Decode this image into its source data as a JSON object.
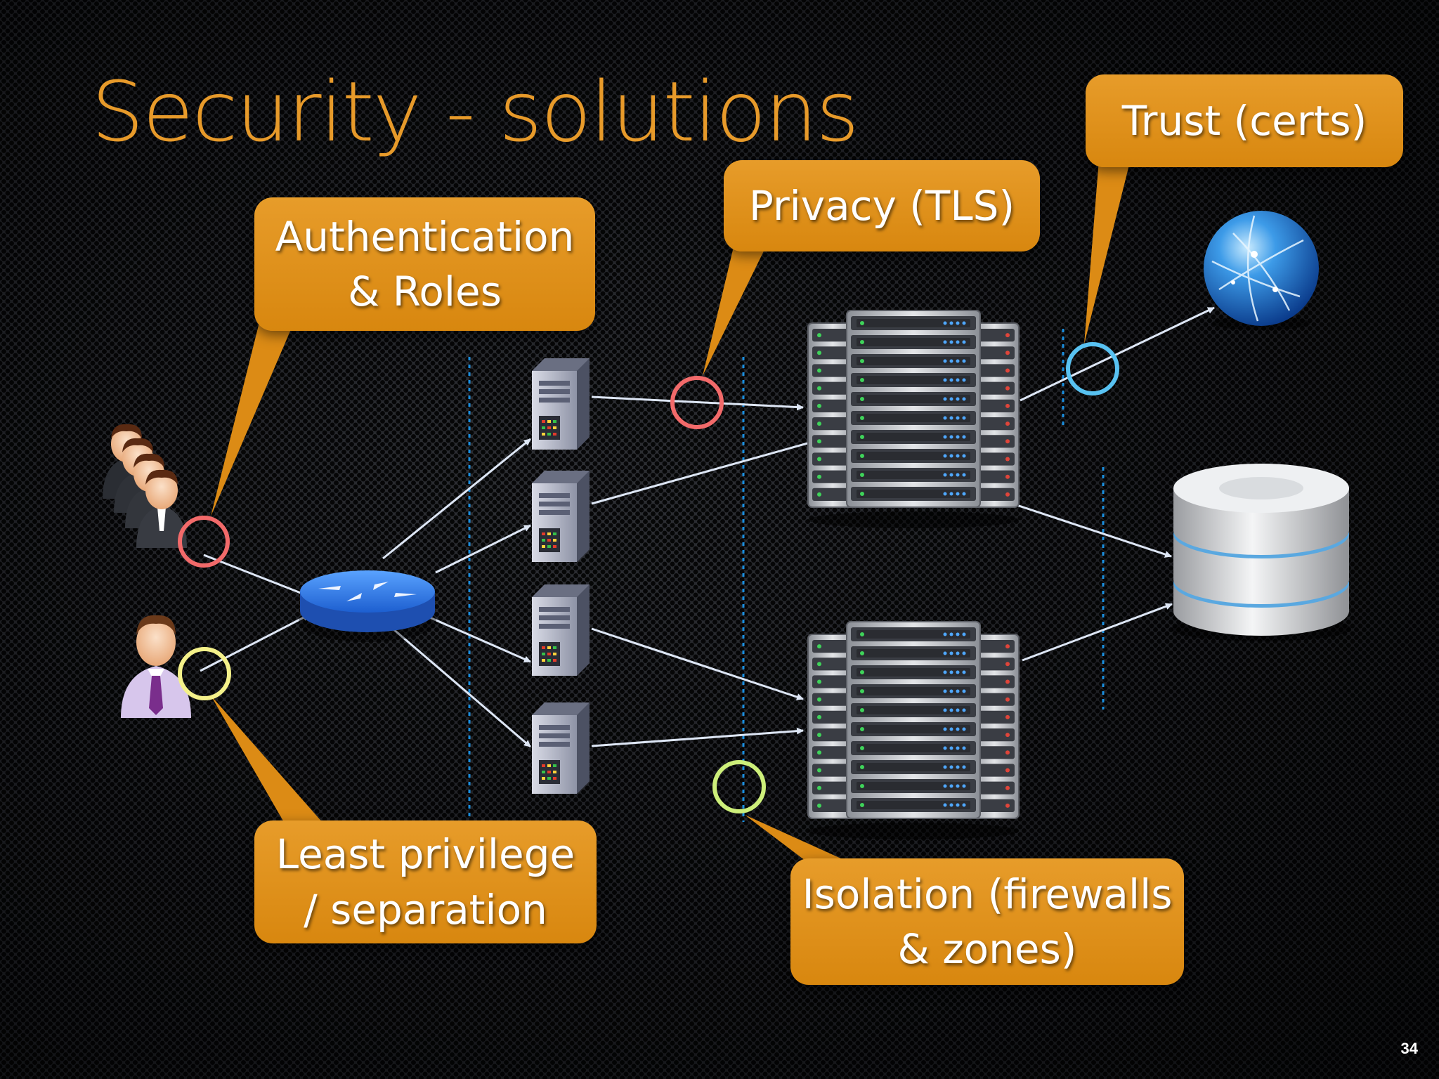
{
  "slide": {
    "title": "Security - solutions",
    "page_number": "34"
  },
  "callouts": {
    "authentication": {
      "line1": "Authentication",
      "line2": "& Roles"
    },
    "privacy": {
      "line1": "Privacy (TLS)"
    },
    "trust": {
      "line1": "Trust (certs)"
    },
    "least_privilege": {
      "line1": "Least privilege",
      "line2": "/ separation"
    },
    "isolation": {
      "line1": "Isolation (firewalls",
      "line2": "& zones)"
    }
  },
  "colors": {
    "title": "#e79a2a",
    "callout_fill": "#dd8c17",
    "connector": "#dde6f5",
    "zone_line": "#1a8fe0",
    "ring_authentication": "#f26a6a",
    "ring_privacy": "#f26a6a",
    "ring_least_privilege": "#f4f18a",
    "ring_isolation": "#cdef7a",
    "ring_trust": "#58c2f2"
  },
  "icons": {
    "user_group": "user-group-icon",
    "single_user": "user-icon",
    "router": "router-icon",
    "app_server": "tower-server-icon",
    "server_rack": "server-rack-icon",
    "internet": "globe-icon",
    "database": "database-icon"
  }
}
